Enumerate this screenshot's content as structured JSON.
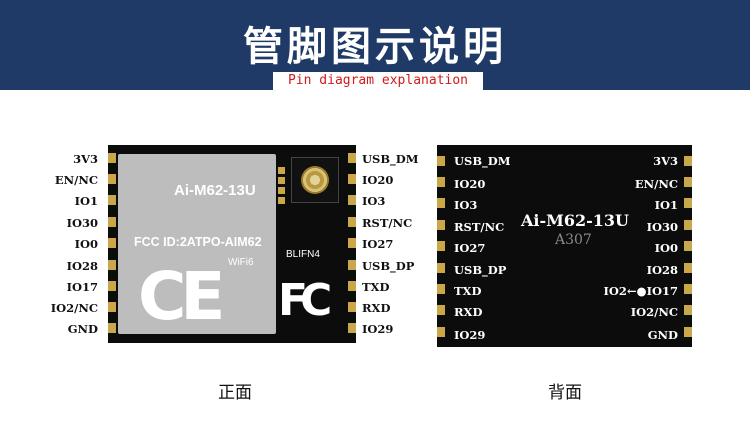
{
  "header": {
    "title_cn": "管脚图示说明",
    "title_en": "Pin diagram explanation",
    "bg_color": "#1f3a66"
  },
  "front": {
    "caption": "正面",
    "model": "Ai-M62-13U",
    "fcc_id": "FCC ID:2ATPO-AIM62",
    "wifi": "WiFi6",
    "blifn": "BLIFN4",
    "ce_mark": "CE",
    "fc_mark": "FC",
    "left_pins": [
      "3V3",
      "EN/NC",
      "IO1",
      "IO30",
      "IO0",
      "IO28",
      "IO17",
      "IO2/NC",
      "GND"
    ],
    "right_pins": [
      "USB_DM",
      "IO20",
      "IO3",
      "RST/NC",
      "IO27",
      "USB_DP",
      "TXD",
      "RXD",
      "IO29"
    ]
  },
  "back": {
    "caption": "背面",
    "model": "Ai-M62-13U",
    "sub": "A307",
    "left_pins": [
      "USB_DM",
      "IO20",
      "IO3",
      "RST/NC",
      "IO27",
      "USB_DP",
      "TXD",
      "RXD",
      "IO29"
    ],
    "right_pins": [
      "3V3",
      "EN/NC",
      "IO1",
      "IO30",
      "IO0",
      "IO28",
      "IO2←●IO17",
      "IO2/NC",
      "GND"
    ]
  }
}
